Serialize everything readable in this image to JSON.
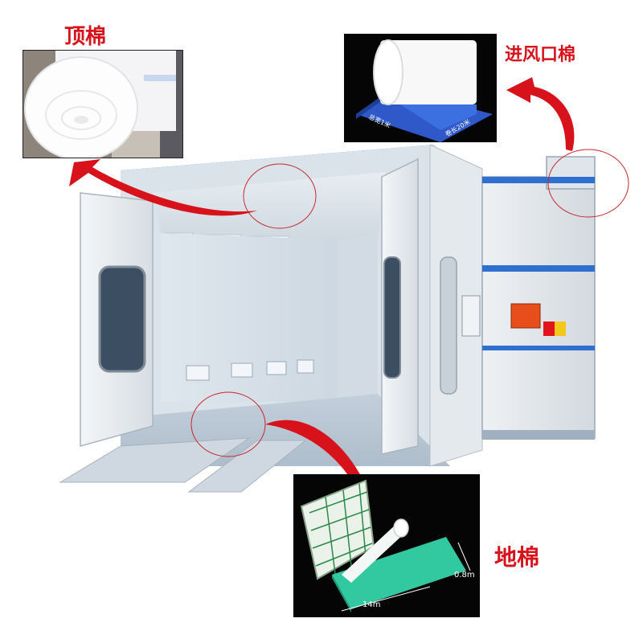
{
  "labels": {
    "top_cotton": "顶棉",
    "inlet_cotton": "进风口棉",
    "floor_cotton": "地棉"
  },
  "inlet_panel": {
    "width_note": "总宽1米",
    "length_note": "卷长20米"
  },
  "floor_panel": {
    "width_note": "0.8m",
    "length_note": "14m"
  },
  "colors": {
    "arrow_red": "#d8121b",
    "booth_blue": "#2f6fcf",
    "floor_filter_green": "#33c9a0"
  }
}
